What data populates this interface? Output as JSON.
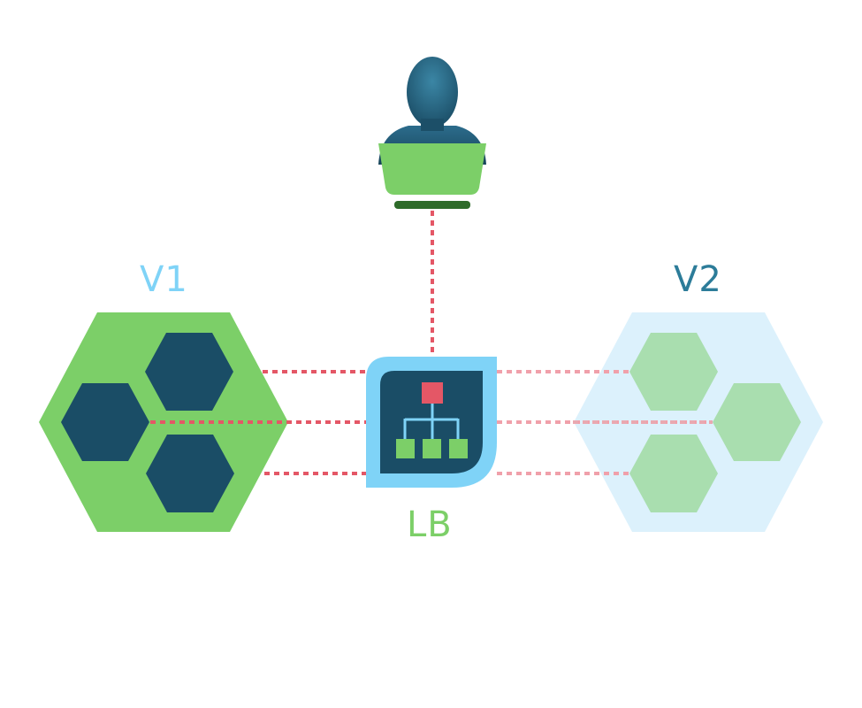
{
  "labels": {
    "v1": "V1",
    "v2": "V2",
    "lb": "LB"
  },
  "colors": {
    "v1_outer": "#7ccf68",
    "v1_inner": "#1a4d66",
    "v2_outer": "#dcf1fc",
    "v2_inner": "#a9deaf",
    "connector": "#e45766",
    "connector_faded": "#f0a0aa",
    "lb_border": "#7fd3f7",
    "lb_fill": "#1a4d66",
    "lb_root": "#e45766",
    "lb_leaf": "#7ccf68",
    "user_head": "#2c6c8c",
    "laptop": "#7ccf68",
    "laptop_base": "#2e6b2a"
  },
  "icons": {
    "user": "user-with-laptop-icon",
    "load_balancer": "hierarchy-network-icon"
  }
}
